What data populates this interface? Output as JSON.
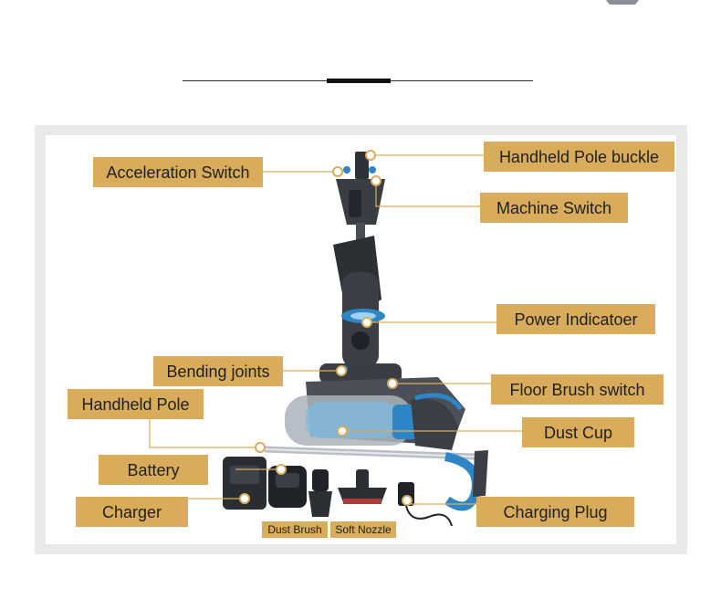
{
  "labels": {
    "handheld_pole_buckle": "Handheld Pole buckle",
    "acceleration_switch": "Acceleration Switch",
    "machine_switch": "Machine Switch",
    "power_indicator": "Power Indicatoer",
    "bending_joints": "Bending joints",
    "floor_brush_switch": "Floor Brush switch",
    "handheld_pole": "Handheld Pole",
    "dust_cup": "Dust Cup",
    "battery": "Battery",
    "charger": "Charger",
    "charging_plug": "Charging Plug",
    "dust_brush": "Dust Brush",
    "soft_nozzle": "Soft Nozzle"
  },
  "colors": {
    "label_bg": "#d9ac5c",
    "leader_line": "#d9ac5c",
    "frame": "#e9e9e9",
    "accent_blue": "#2f86c7",
    "body_dark": "#3b3f45"
  }
}
